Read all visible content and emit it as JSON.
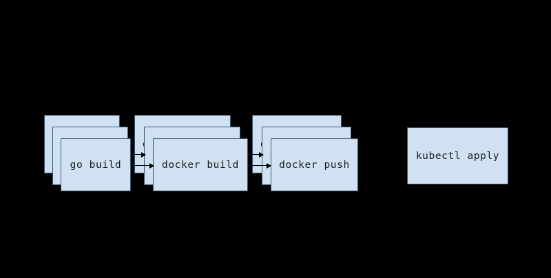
{
  "diagram": {
    "type": "pipeline-flow",
    "background_color": "#000000",
    "node_fill_color": "#d0e1f2",
    "node_border_color": "#3b5670",
    "text_color": "#1a1a1a",
    "arrow_color": "#000000",
    "groups": [
      {
        "id": "go-build",
        "label": "go build",
        "stacked": true,
        "stack_count": 3
      },
      {
        "id": "docker-build",
        "label": "docker build",
        "stacked": true,
        "stack_count": 3
      },
      {
        "id": "docker-push",
        "label": "docker push",
        "stacked": true,
        "stack_count": 3
      },
      {
        "id": "kubectl-apply",
        "label": "kubectl apply",
        "stacked": false,
        "stack_count": 1
      }
    ],
    "connections": [
      {
        "from": "go-build",
        "to": "docker-build"
      },
      {
        "from": "docker-build",
        "to": "docker-push"
      }
    ]
  }
}
